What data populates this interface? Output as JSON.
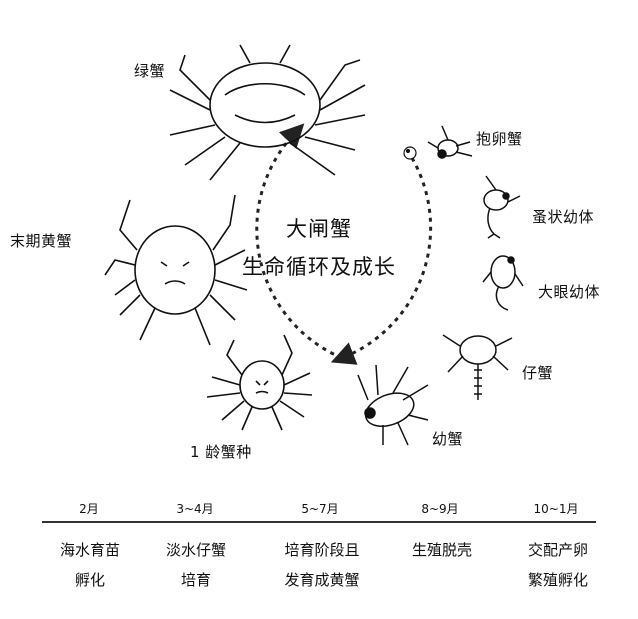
{
  "center": {
    "title": "大闸蟹",
    "subtitle": "生命循环及成长"
  },
  "stages": {
    "green_crab": "绿蟹",
    "berried_crab": "抱卵蟹",
    "zoea": "蚤状幼体",
    "megalopa": "大眼幼体",
    "juvenile": "仔蟹",
    "young_crab": "幼蟹",
    "year1_seed": "1 龄蟹种",
    "late_yellow": "末期黄蟹"
  },
  "timeline": [
    {
      "month": "2月",
      "desc1": "海水育苗",
      "desc2": "孵化"
    },
    {
      "month": "3~4月",
      "desc1": "淡水仔蟹",
      "desc2": "培育"
    },
    {
      "month": "5~7月",
      "desc1": "培育阶段且",
      "desc2": "发育成黄蟹"
    },
    {
      "month": "8~9月",
      "desc1": "生殖脱壳",
      "desc2": ""
    },
    {
      "month": "10~1月",
      "desc1": "交配产卵",
      "desc2": "繁殖孵化"
    }
  ],
  "colors": {
    "ink": "#111111",
    "line": "#333333",
    "background": "#ffffff"
  },
  "icons": [
    "crab-icon",
    "berried-crab-icon",
    "zoea-larva-icon",
    "megalopa-larva-icon",
    "juvenile-crab-icon",
    "young-crab-icon",
    "seed-crab-icon",
    "yellow-crab-icon",
    "egg-icon"
  ]
}
